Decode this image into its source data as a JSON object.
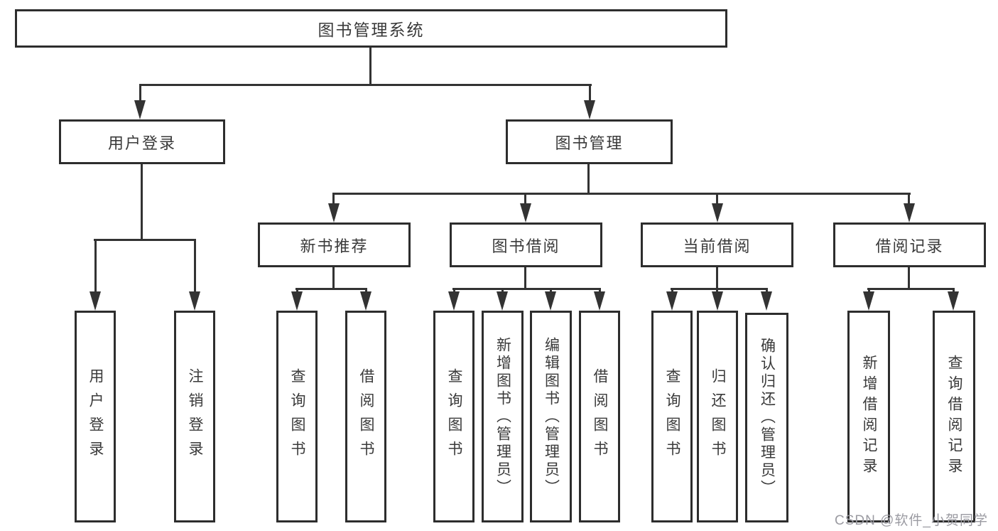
{
  "diagram": {
    "type": "hierarchy-tree",
    "title": "图书管理系统",
    "watermark": "CSDN @软件_小贺同学",
    "colors": {
      "background": "#ffffff",
      "line": "#333333",
      "border": "#2d2d2d",
      "text": "#3a3a3a",
      "watermark": "#9b9ba2"
    },
    "nodes": {
      "root": {
        "label": "图书管理系统"
      },
      "user_login": {
        "label": "用户登录"
      },
      "book_mgmt": {
        "label": "图书管理"
      },
      "new_book_rec": {
        "label": "新书推荐"
      },
      "book_borrow": {
        "label": "图书借阅"
      },
      "current_borrow": {
        "label": "当前借阅"
      },
      "borrow_records": {
        "label": "借阅记录"
      },
      "login_leaf": {
        "label": "用户登录"
      },
      "logout_leaf": {
        "label": "注销登录"
      },
      "rec_query": {
        "label": "查询图书"
      },
      "rec_borrow": {
        "label": "借阅图书"
      },
      "bb_query": {
        "label": "查询图书"
      },
      "bb_add": {
        "label": "新增图书（管理员）"
      },
      "bb_edit": {
        "label": "编辑图书（管理员）"
      },
      "bb_borrow": {
        "label": "借阅图书"
      },
      "cb_query": {
        "label": "查询图书"
      },
      "cb_return": {
        "label": "归还图书"
      },
      "cb_confirm": {
        "label": "确认归还（管理员）"
      },
      "br_add": {
        "label": "新增借阅记录"
      },
      "br_query": {
        "label": "查询借阅记录"
      }
    },
    "edges": [
      [
        "root",
        "user_login"
      ],
      [
        "root",
        "book_mgmt"
      ],
      [
        "user_login",
        "login_leaf"
      ],
      [
        "user_login",
        "logout_leaf"
      ],
      [
        "book_mgmt",
        "new_book_rec"
      ],
      [
        "book_mgmt",
        "book_borrow"
      ],
      [
        "book_mgmt",
        "current_borrow"
      ],
      [
        "book_mgmt",
        "borrow_records"
      ],
      [
        "new_book_rec",
        "rec_query"
      ],
      [
        "new_book_rec",
        "rec_borrow"
      ],
      [
        "book_borrow",
        "bb_query"
      ],
      [
        "book_borrow",
        "bb_add"
      ],
      [
        "book_borrow",
        "bb_edit"
      ],
      [
        "book_borrow",
        "bb_borrow"
      ],
      [
        "current_borrow",
        "cb_query"
      ],
      [
        "current_borrow",
        "cb_return"
      ],
      [
        "current_borrow",
        "cb_confirm"
      ],
      [
        "borrow_records",
        "br_add"
      ],
      [
        "borrow_records",
        "br_query"
      ]
    ]
  }
}
